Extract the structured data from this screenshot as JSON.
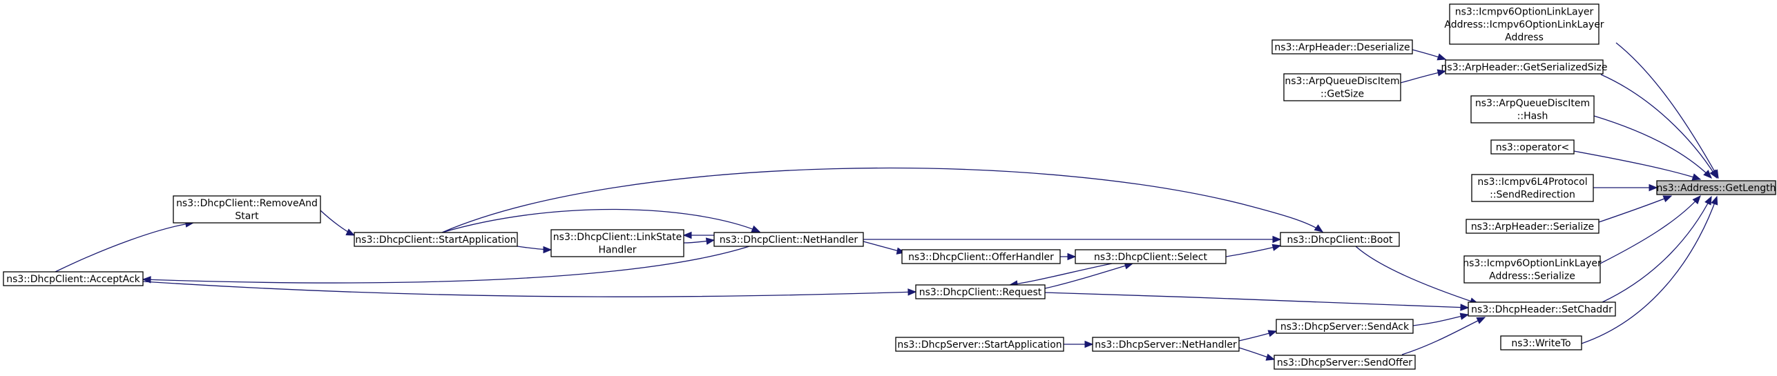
{
  "graph": {
    "edge_color": "#191970",
    "root_fill": "#bfbfbf",
    "nodes": [
      {
        "id": "root",
        "lines": [
          "ns3::Address::GetLength"
        ],
        "root": true
      },
      {
        "id": "icmpv6Ctor",
        "lines": [
          "ns3::Icmpv6OptionLinkLayer",
          "Address::Icmpv6OptionLinkLayer",
          "Address"
        ]
      },
      {
        "id": "arpSize",
        "lines": [
          "ns3::ArpHeader::GetSerializedSize"
        ]
      },
      {
        "id": "arpDeser",
        "lines": [
          "ns3::ArpHeader::Deserialize"
        ]
      },
      {
        "id": "arpQGetSize",
        "lines": [
          "ns3::ArpQueueDiscItem",
          "::GetSize"
        ]
      },
      {
        "id": "arpQHash",
        "lines": [
          "ns3::ArpQueueDiscItem",
          "::Hash"
        ]
      },
      {
        "id": "opLess",
        "lines": [
          "ns3::operator<"
        ]
      },
      {
        "id": "icmpRedir",
        "lines": [
          "ns3::Icmpv6L4Protocol",
          "::SendRedirection"
        ]
      },
      {
        "id": "arpSer",
        "lines": [
          "ns3::ArpHeader::Serialize"
        ]
      },
      {
        "id": "icmpSer",
        "lines": [
          "ns3::Icmpv6OptionLinkLayer",
          "Address::Serialize"
        ]
      },
      {
        "id": "setChaddr",
        "lines": [
          "ns3::DhcpHeader::SetChaddr"
        ]
      },
      {
        "id": "writeTo",
        "lines": [
          "ns3::WriteTo"
        ]
      },
      {
        "id": "boot",
        "lines": [
          "ns3::DhcpClient::Boot"
        ]
      },
      {
        "id": "select",
        "lines": [
          "ns3::DhcpClient::Select"
        ]
      },
      {
        "id": "offerHandler",
        "lines": [
          "ns3::DhcpClient::OfferHandler"
        ]
      },
      {
        "id": "request",
        "lines": [
          "ns3::DhcpClient::Request"
        ]
      },
      {
        "id": "netHandler",
        "lines": [
          "ns3::DhcpClient::NetHandler"
        ]
      },
      {
        "id": "linkState",
        "lines": [
          "ns3::DhcpClient::LinkState",
          "Handler"
        ]
      },
      {
        "id": "startApp",
        "lines": [
          "ns3::DhcpClient::StartApplication"
        ]
      },
      {
        "id": "removeAndStart",
        "lines": [
          "ns3::DhcpClient::RemoveAnd",
          "Start"
        ]
      },
      {
        "id": "acceptAck",
        "lines": [
          "ns3::DhcpClient::AcceptAck"
        ]
      },
      {
        "id": "sendAck",
        "lines": [
          "ns3::DhcpServer::SendAck"
        ]
      },
      {
        "id": "sendOffer",
        "lines": [
          "ns3::DhcpServer::SendOffer"
        ]
      },
      {
        "id": "srvNetHandler",
        "lines": [
          "ns3::DhcpServer::NetHandler"
        ]
      },
      {
        "id": "srvStartApp",
        "lines": [
          "ns3::DhcpServer::StartApplication"
        ]
      }
    ],
    "edges": [
      {
        "from": "icmpv6Ctor",
        "to": "root"
      },
      {
        "from": "arpSize",
        "to": "root"
      },
      {
        "from": "arpDeser",
        "to": "arpSize"
      },
      {
        "from": "arpQGetSize",
        "to": "arpSize"
      },
      {
        "from": "arpQHash",
        "to": "root"
      },
      {
        "from": "opLess",
        "to": "root"
      },
      {
        "from": "icmpRedir",
        "to": "root"
      },
      {
        "from": "arpSer",
        "to": "root"
      },
      {
        "from": "icmpSer",
        "to": "root"
      },
      {
        "from": "setChaddr",
        "to": "root"
      },
      {
        "from": "writeTo",
        "to": "root"
      },
      {
        "from": "boot",
        "to": "setChaddr"
      },
      {
        "from": "request",
        "to": "setChaddr"
      },
      {
        "from": "sendAck",
        "to": "setChaddr"
      },
      {
        "from": "sendOffer",
        "to": "setChaddr"
      },
      {
        "from": "netHandler",
        "to": "boot"
      },
      {
        "from": "startApp",
        "to": "boot"
      },
      {
        "from": "select",
        "to": "boot"
      },
      {
        "from": "offerHandler",
        "to": "select"
      },
      {
        "from": "request",
        "to": "select"
      },
      {
        "from": "select",
        "to": "request"
      },
      {
        "from": "acceptAck",
        "to": "request"
      },
      {
        "from": "netHandler",
        "to": "acceptAck"
      },
      {
        "from": "netHandler",
        "to": "offerHandler"
      },
      {
        "from": "linkState",
        "to": "netHandler"
      },
      {
        "from": "startApp",
        "to": "netHandler"
      },
      {
        "from": "netHandler",
        "to": "linkState"
      },
      {
        "from": "startApp",
        "to": "linkState"
      },
      {
        "from": "removeAndStart",
        "to": "startApp"
      },
      {
        "from": "acceptAck",
        "to": "removeAndStart"
      },
      {
        "from": "srvNetHandler",
        "to": "sendAck"
      },
      {
        "from": "srvNetHandler",
        "to": "sendOffer"
      },
      {
        "from": "srvStartApp",
        "to": "srvNetHandler"
      }
    ]
  }
}
